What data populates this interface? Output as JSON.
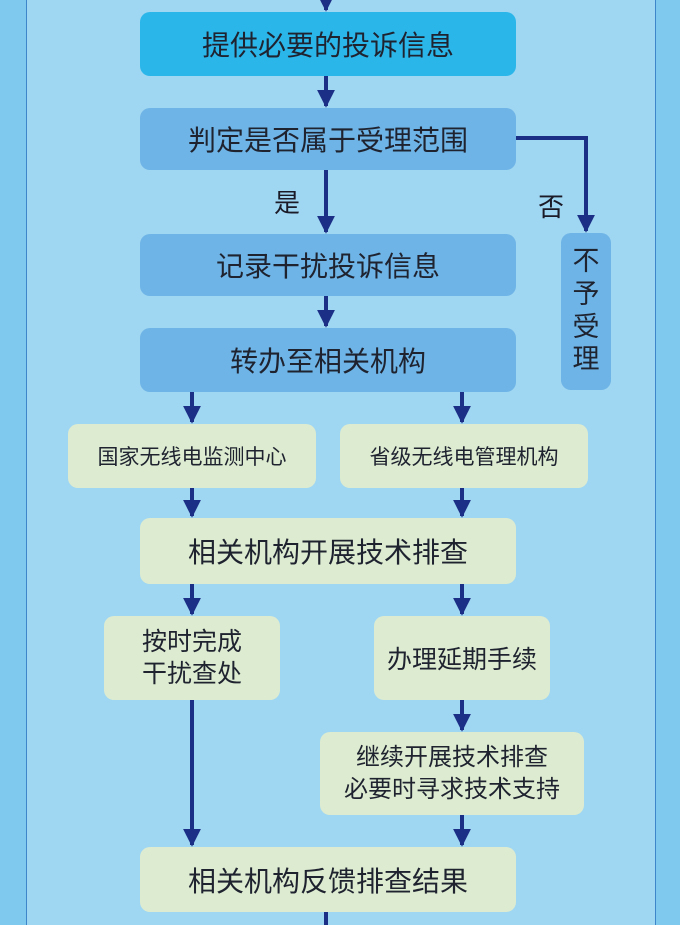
{
  "colors": {
    "background": "#9fd6f2",
    "side_band": "#7fc9ee",
    "cyan_box": "#2bb6ea",
    "blue_box": "#6eb4e6",
    "green_box": "#ddecd0",
    "arrow": "#1c2f86"
  },
  "flow": {
    "provide_info": "提供必要的投诉信息",
    "judge_scope": "判定是否属于受理范围",
    "yes_label": "是",
    "no_label": "否",
    "not_accepted": [
      "不",
      "予",
      "受",
      "理"
    ],
    "record_info": "记录干扰投诉信息",
    "transfer": "转办至相关机构",
    "national_center": "国家无线电监测中心",
    "provincial_agency": "省级无线电管理机构",
    "tech_investigation": "相关机构开展技术排查",
    "complete_on_time": [
      "按时完成",
      "干扰查处"
    ],
    "extension": "办理延期手续",
    "continue_investigation": [
      "继续开展技术排查",
      "必要时寻求技术支持"
    ],
    "feedback": "相关机构反馈排查结果"
  }
}
